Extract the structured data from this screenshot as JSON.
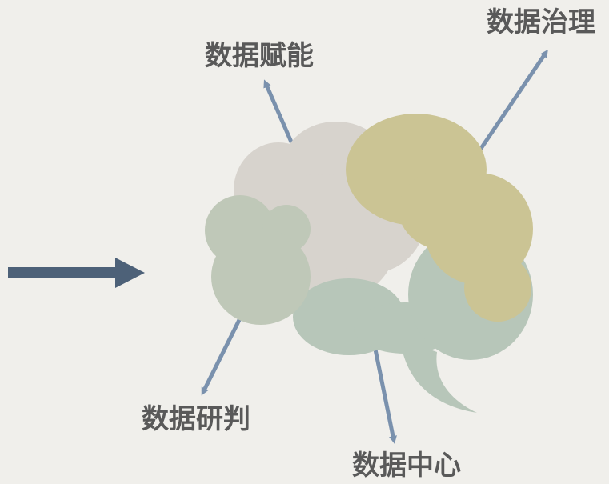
{
  "labels": {
    "empower": "数据赋能",
    "governance": "数据治理",
    "research": "数据研判",
    "center": "数据中心"
  },
  "colors": {
    "background": "#f0efeb",
    "label_text": "#595959",
    "arrow_main": "#4d6178",
    "arrow_branch": "#7a91ad",
    "lobe_gray": "#d7d3cd",
    "lobe_olive": "#cbc494",
    "lobe_sage": "#bfc8b8",
    "lobe_teal": "#b7c6b9"
  },
  "icons": {
    "input_arrow": "right-arrow-icon",
    "brain": "brain-icon"
  }
}
